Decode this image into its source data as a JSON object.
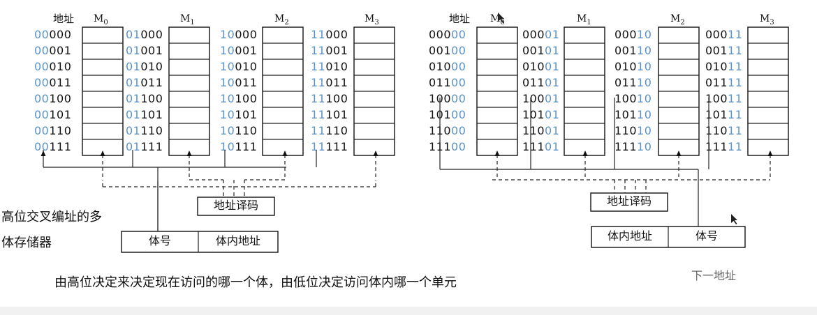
{
  "left": {
    "addr_header": "地址",
    "modules": [
      {
        "name": "M",
        "sub": "0",
        "prefix": "00"
      },
      {
        "name": "M",
        "sub": "1",
        "prefix": "01"
      },
      {
        "name": "M",
        "sub": "2",
        "prefix": "10"
      },
      {
        "name": "M",
        "sub": "3",
        "prefix": "11"
      }
    ],
    "suffixes": [
      "000",
      "001",
      "010",
      "011",
      "100",
      "101",
      "110",
      "111"
    ],
    "decoder_label": "地址译码",
    "field_high": "体号",
    "field_low": "体内地址",
    "caption_lines": [
      "高位交叉编址的多",
      "体存储器"
    ]
  },
  "right": {
    "addr_header": "地址",
    "modules": [
      {
        "name": "M",
        "sub": "0",
        "suffix": "00"
      },
      {
        "name": "M",
        "sub": "1",
        "suffix": "01"
      },
      {
        "name": "M",
        "sub": "2",
        "suffix": "10"
      },
      {
        "name": "M",
        "sub": "3",
        "suffix": "11"
      }
    ],
    "prefixes": [
      "000",
      "001",
      "010",
      "011",
      "100",
      "101",
      "110",
      "111"
    ],
    "decoder_label": "地址译码",
    "field_low": "体内地址",
    "field_high": "体号"
  },
  "bottom_caption": "由高位决定来决定现在访问的哪一个体，由低位决定访问体内哪一个单元",
  "watermark": "下一地址",
  "colors": {
    "addr_blue": "#5b93c9",
    "ink": "#111111"
  }
}
